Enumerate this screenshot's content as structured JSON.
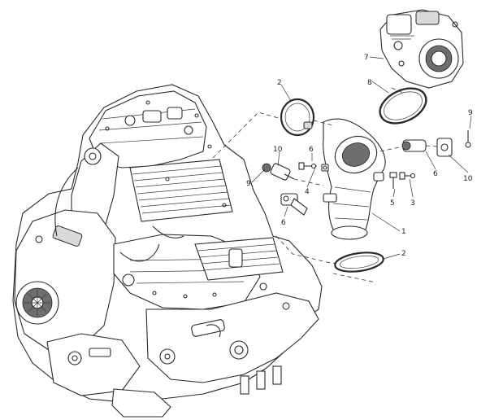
{
  "diagram": {
    "callouts": [
      {
        "id": "c-1",
        "text": "1"
      },
      {
        "id": "c-2a",
        "text": "2"
      },
      {
        "id": "c-2b",
        "text": "2"
      },
      {
        "id": "c-3",
        "text": "3"
      },
      {
        "id": "c-4",
        "text": "4"
      },
      {
        "id": "c-5",
        "text": "5"
      },
      {
        "id": "c-6a",
        "text": "6"
      },
      {
        "id": "c-6b",
        "text": "6"
      },
      {
        "id": "c-6c",
        "text": "6"
      },
      {
        "id": "c-7",
        "text": "7"
      },
      {
        "id": "c-8",
        "text": "8"
      },
      {
        "id": "c-9a",
        "text": "9"
      },
      {
        "id": "c-9b",
        "text": "9"
      },
      {
        "id": "c-10a",
        "text": "10"
      },
      {
        "id": "c-10b",
        "text": "10"
      }
    ]
  }
}
